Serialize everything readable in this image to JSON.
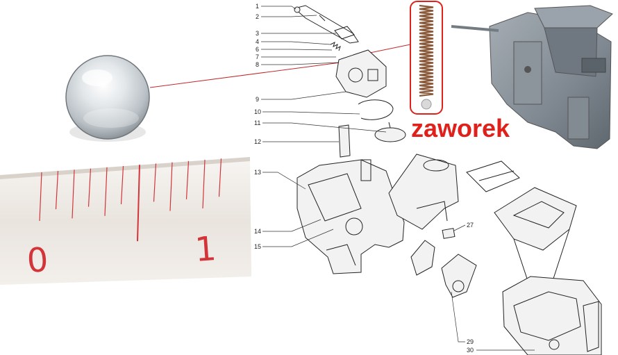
{
  "caption": "zaworek",
  "ruler": {
    "labels": [
      "0",
      "1"
    ]
  },
  "callouts": [
    "1",
    "2",
    "3",
    "4",
    "6",
    "7",
    "8",
    "9",
    "10",
    "11",
    "12",
    "13",
    "14",
    "15",
    "27",
    "29",
    "30"
  ],
  "colors": {
    "caption": "#e0201b",
    "connector_line": "#c0282d",
    "spring": "#8a5a3a",
    "ruler_marks": "#d2343a",
    "part_photo": "#7f8891"
  }
}
